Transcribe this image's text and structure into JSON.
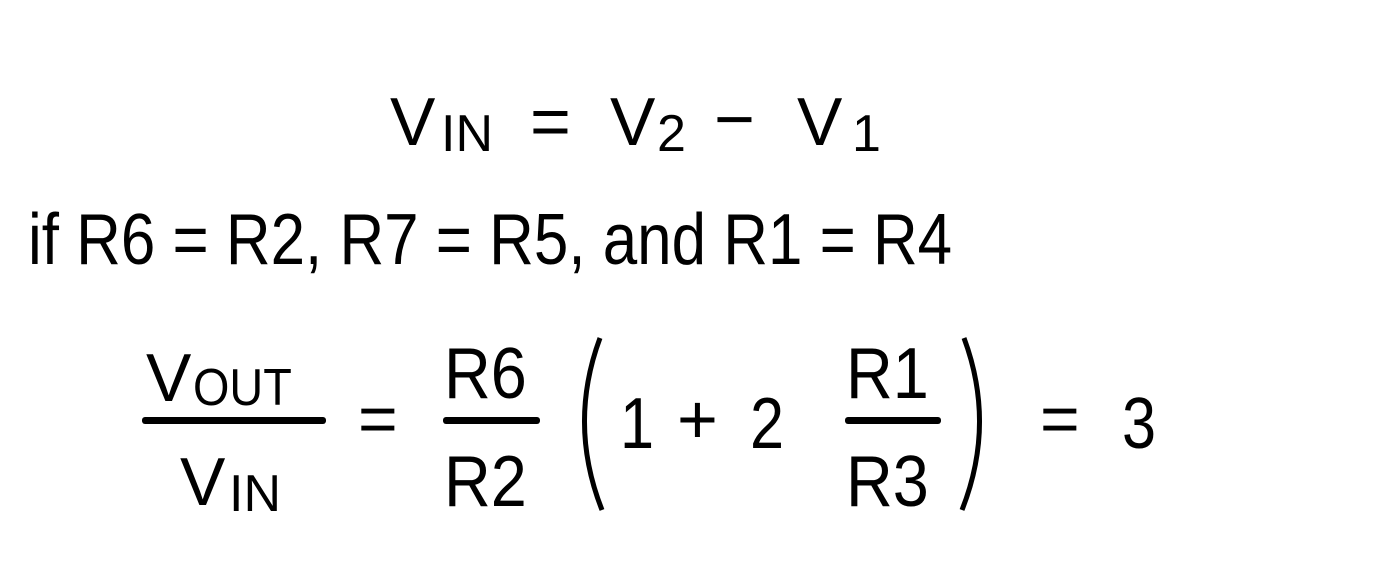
{
  "equations": {
    "line1": {
      "v_in_main": "V",
      "v_in_sub": "IN",
      "equals": "=",
      "v2_main": "V",
      "v2_sub": "2",
      "minus": "−",
      "v1_main": "V",
      "v1_sub": "1"
    },
    "line2": {
      "text": "if R6 = R2, R7 = R5, and R1 = R4"
    },
    "line3": {
      "lhs_num_main": "V",
      "lhs_num_sub": "OUT",
      "lhs_den_main": "V",
      "lhs_den_sub": "IN",
      "equals1": "=",
      "frac1_num": "R6",
      "frac1_den": "R2",
      "open_paren": "(",
      "one": "1",
      "plus": "+",
      "two": "2",
      "frac2_num": "R1",
      "frac2_den": "R3",
      "close_paren": ")",
      "equals2": "=",
      "result": "3"
    }
  }
}
